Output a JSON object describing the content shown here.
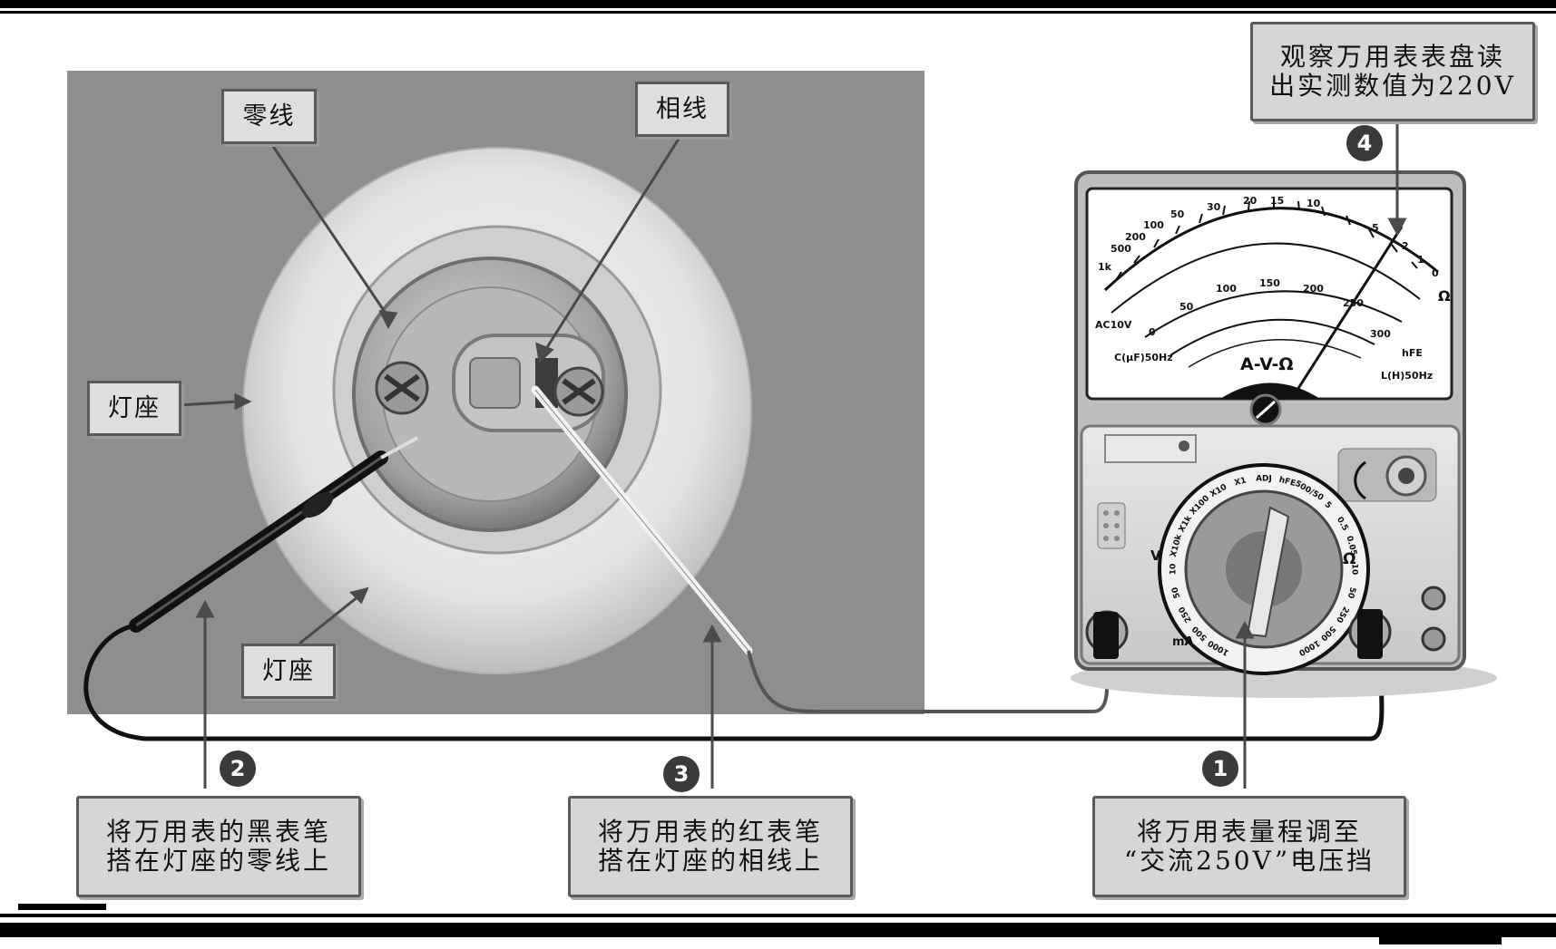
{
  "labels": {
    "neutral": "零线",
    "phase": "相线",
    "socket_left": "灯座",
    "socket_bottom": "灯座",
    "reading": [
      "观察万用表表盘读",
      "出实测数值为220V"
    ]
  },
  "steps": [
    "1",
    "2",
    "3",
    "4"
  ],
  "captions": {
    "step1": [
      "将万用表量程调至",
      "“交流250V”电压挡"
    ],
    "step2": [
      "将万用表的黑表笔",
      "搭在灯座的零线上"
    ],
    "step3": [
      "将万用表的红表笔",
      "搭在灯座的相线上"
    ]
  },
  "meter": {
    "dial_center": "A-V-Ω",
    "ac_label": "AC10V",
    "cap_label": "C(μF)50Hz",
    "ind_label": "L(H)50Hz",
    "hfe_label": "hFE",
    "ohm_symbol": "Ω",
    "v_symbol": "V",
    "ma_symbol": "mA",
    "ohm_scale": [
      "1k",
      "500",
      "200",
      "100",
      "50",
      "30",
      "20",
      "15",
      "10",
      "5",
      "2",
      "1",
      "0"
    ],
    "dcv_scale": [
      "0",
      "50",
      "100",
      "150",
      "200",
      "250"
    ],
    "hfe_scale": [
      "300"
    ],
    "selector_ranges": [
      "1000",
      "500",
      "250",
      "50",
      "10",
      "X10k",
      "X1k",
      "X100",
      "X10",
      "X1",
      "ADJ",
      "hFE",
      "500/50",
      "5",
      "0.5",
      "0.05",
      "10",
      "50",
      "250",
      "500",
      "1000"
    ]
  },
  "colors": {
    "box_fill": "#d6d6d6",
    "box_border": "#5a5a5a",
    "badge": "#3a3a3a"
  }
}
